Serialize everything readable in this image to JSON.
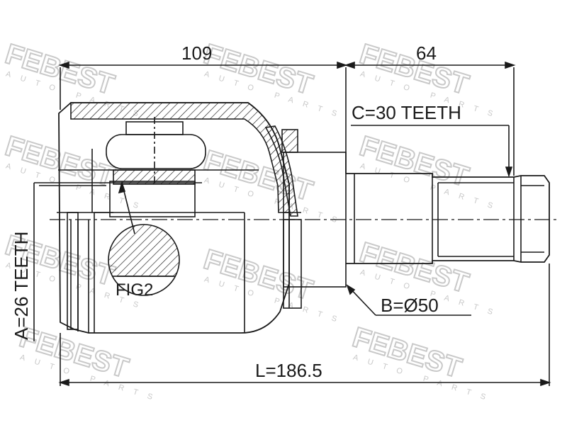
{
  "diagram": {
    "dim_top_left": "109",
    "dim_top_right": "64",
    "teeth_c": "C=30 TEETH",
    "teeth_a": "A=26 TEETH",
    "diameter_b": "B=Ø50",
    "length_l": "L=186.5",
    "fig_label": "FIG2"
  },
  "watermark": {
    "brand": "FEBEST",
    "sub": "AUTO PARTS"
  },
  "colors": {
    "line": "#1a1a1a",
    "watermark": "#c9c9c9"
  }
}
